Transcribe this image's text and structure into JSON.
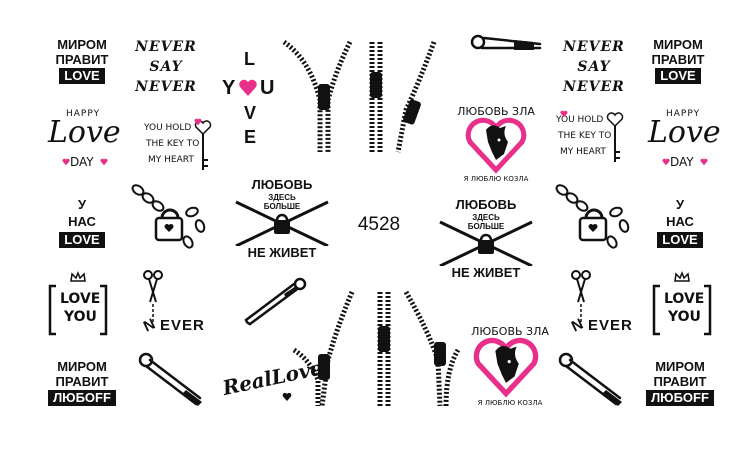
{
  "sheet": {
    "code": "4528",
    "accent_color": "#e8308a",
    "ink_color": "#111111"
  },
  "stickers": {
    "mirom_pravit_love": {
      "line1": "МИРОМ",
      "line2": "ПРАВИТ",
      "line3": "LOVE"
    },
    "mirom_pravit_luboff": {
      "line1": "МИРОМ",
      "line2": "ПРАВИТ",
      "line3": "ЛЮБОFF"
    },
    "never_say_never": {
      "line1": "NEVER",
      "line2": "SAY",
      "line3": "NEVER"
    },
    "happy_love_day": {
      "top": "HAPPY",
      "middle": "Love",
      "bottom": "DAY"
    },
    "you_hold_key": {
      "line1": "YOU HOLD",
      "line2": "THE KEY TO",
      "line3": "MY HEART"
    },
    "u_nas_love": {
      "line1": "У",
      "line2": "НАС",
      "line3": "LOVE"
    },
    "love_you_box": {
      "line1": "LOVE",
      "line2": "YOU"
    },
    "never_cut": {
      "letter": "N",
      "rest": "EVER"
    },
    "real_love": {
      "text": "RealLove"
    },
    "you_love": {
      "you_y": "Y",
      "you_u": "U",
      "love_l": "L",
      "love_v": "V",
      "love_e": "E"
    },
    "lyubov_zdes": {
      "top": "ЛЮБОВЬ",
      "middle1": "ЗДЕСЬ",
      "middle2": "БОЛЬШЕ",
      "bottom": "НЕ ЖИВЕТ"
    },
    "lyubov_zla": {
      "top": "ЛЮБОВЬ ЗЛА",
      "bottom": "Я ЛЮБЛЮ КОЗЛА"
    }
  },
  "icons": [
    "zipper-icon",
    "safety-pin-icon",
    "chain-padlock-icon",
    "scissors-icon",
    "key-heart-icon",
    "goat-heart-icon",
    "crown-icon"
  ]
}
